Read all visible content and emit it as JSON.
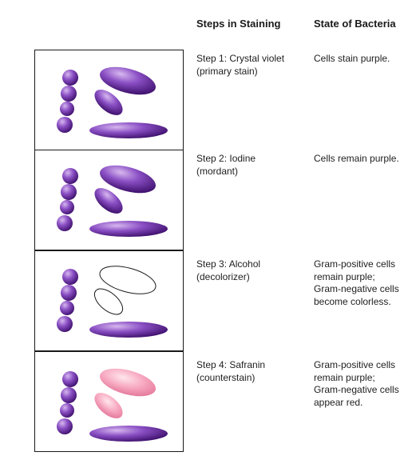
{
  "headers": {
    "steps": "Steps in Staining",
    "state": "State of Bacteria"
  },
  "steps": [
    {
      "name": "Step 1: Crystal violet",
      "role": "(primary stain)",
      "state_lines": [
        "Cells stain purple."
      ],
      "cocci": "purple",
      "rods": "purple"
    },
    {
      "name": "Step 2: Iodine",
      "role": "(mordant)",
      "state_lines": [
        "Cells remain purple."
      ],
      "cocci": "purple",
      "rods": "purple"
    },
    {
      "name": "Step 3: Alcohol",
      "role": "(decolorizer)",
      "state_lines": [
        "Gram-positive cells",
        "remain purple;",
        "Gram-negative cells",
        "become colorless."
      ],
      "cocci": "purple",
      "rods": "mixed-colorless"
    },
    {
      "name": "Step 4: Safranin",
      "role": "(counterstain)",
      "state_lines": [
        "Gram-positive cells",
        "remain purple;",
        "Gram-negative cells",
        "appear red."
      ],
      "cocci": "purple",
      "rods": "mixed-pink"
    }
  ],
  "colors": {
    "purple_light": "#c9a6e6",
    "purple_mid": "#8a4fc4",
    "purple_dark": "#3d0f6b",
    "pink_light": "#ffe0ea",
    "pink_mid": "#f7a8c0",
    "pink_dark": "#e06f93",
    "outline": "#1a1a1a"
  }
}
